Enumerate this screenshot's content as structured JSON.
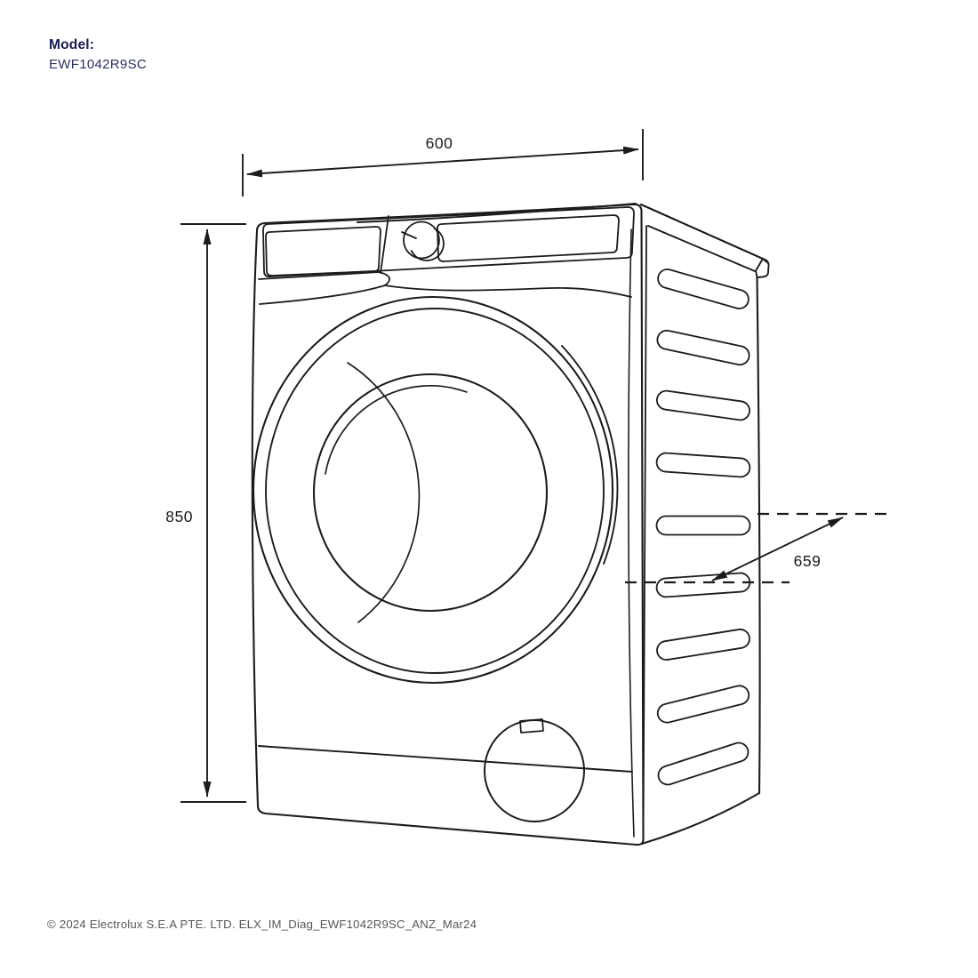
{
  "header": {
    "model_label": "Model:",
    "model_number": "EWF1042R9SC"
  },
  "footer": {
    "copyright": "© 2024 Electrolux S.E.A PTE. LTD. ELX_IM_Diag_EWF1042R9SC_ANZ_Mar24"
  },
  "diagram": {
    "type": "technical-dimension-drawing",
    "subject": "front-load washing machine, three-quarter line drawing",
    "labels": {
      "width": "600",
      "height": "850",
      "depth": "659"
    },
    "colors": {
      "line": "#1c1c1c",
      "dimension_text": "#1a1a1a",
      "model_label": "#171d4e",
      "model_number": "#2a3066",
      "footer_text": "#575757",
      "background": "#ffffff"
    }
  }
}
